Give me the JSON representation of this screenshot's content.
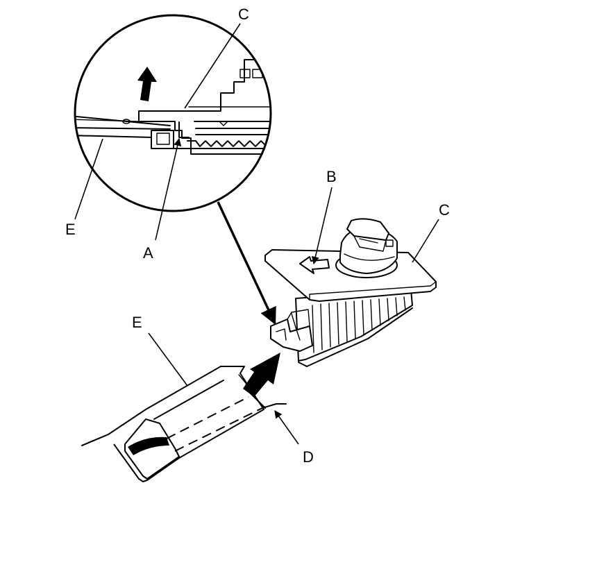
{
  "labels": {
    "c_top": "C",
    "e_left": "E",
    "a": "A",
    "b": "B",
    "c_right": "C",
    "e_bottom": "E",
    "d": "D"
  },
  "icons": [
    "pull-up-arrow-icon",
    "insert-arrow-icon",
    "slide-direction-arrow-icon"
  ],
  "colors": {
    "line": "#000000",
    "background": "#ffffff"
  }
}
